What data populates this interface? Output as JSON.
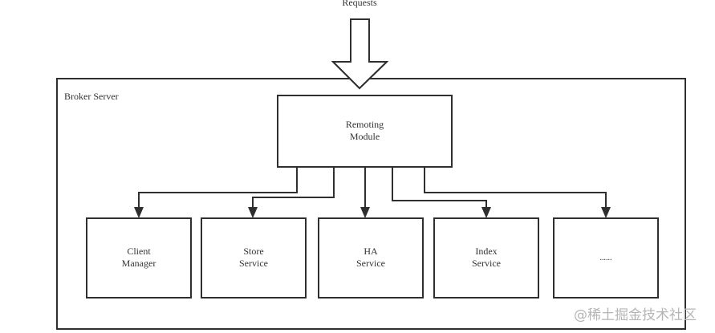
{
  "diagram": {
    "input_label": "Requests",
    "container": {
      "label": "Broker Server"
    },
    "hub": {
      "line1": "Remoting",
      "line2": "Module"
    },
    "modules": [
      {
        "line1": "Client",
        "line2": "Manager"
      },
      {
        "line1": "Store",
        "line2": "Service"
      },
      {
        "line1": "HA",
        "line2": "Service"
      },
      {
        "line1": "Index",
        "line2": "Service"
      },
      {
        "line1": "......",
        "line2": ""
      }
    ],
    "edges": [
      {
        "from": "Remoting Module",
        "to": "Client Manager"
      },
      {
        "from": "Remoting Module",
        "to": "Store Service"
      },
      {
        "from": "Remoting Module",
        "to": "HA Service"
      },
      {
        "from": "Remoting Module",
        "to": "Index Service"
      },
      {
        "from": "Remoting Module",
        "to": "......"
      }
    ],
    "stroke_color": "#2f2f2f"
  },
  "watermark": "@稀土掘金技术社区"
}
